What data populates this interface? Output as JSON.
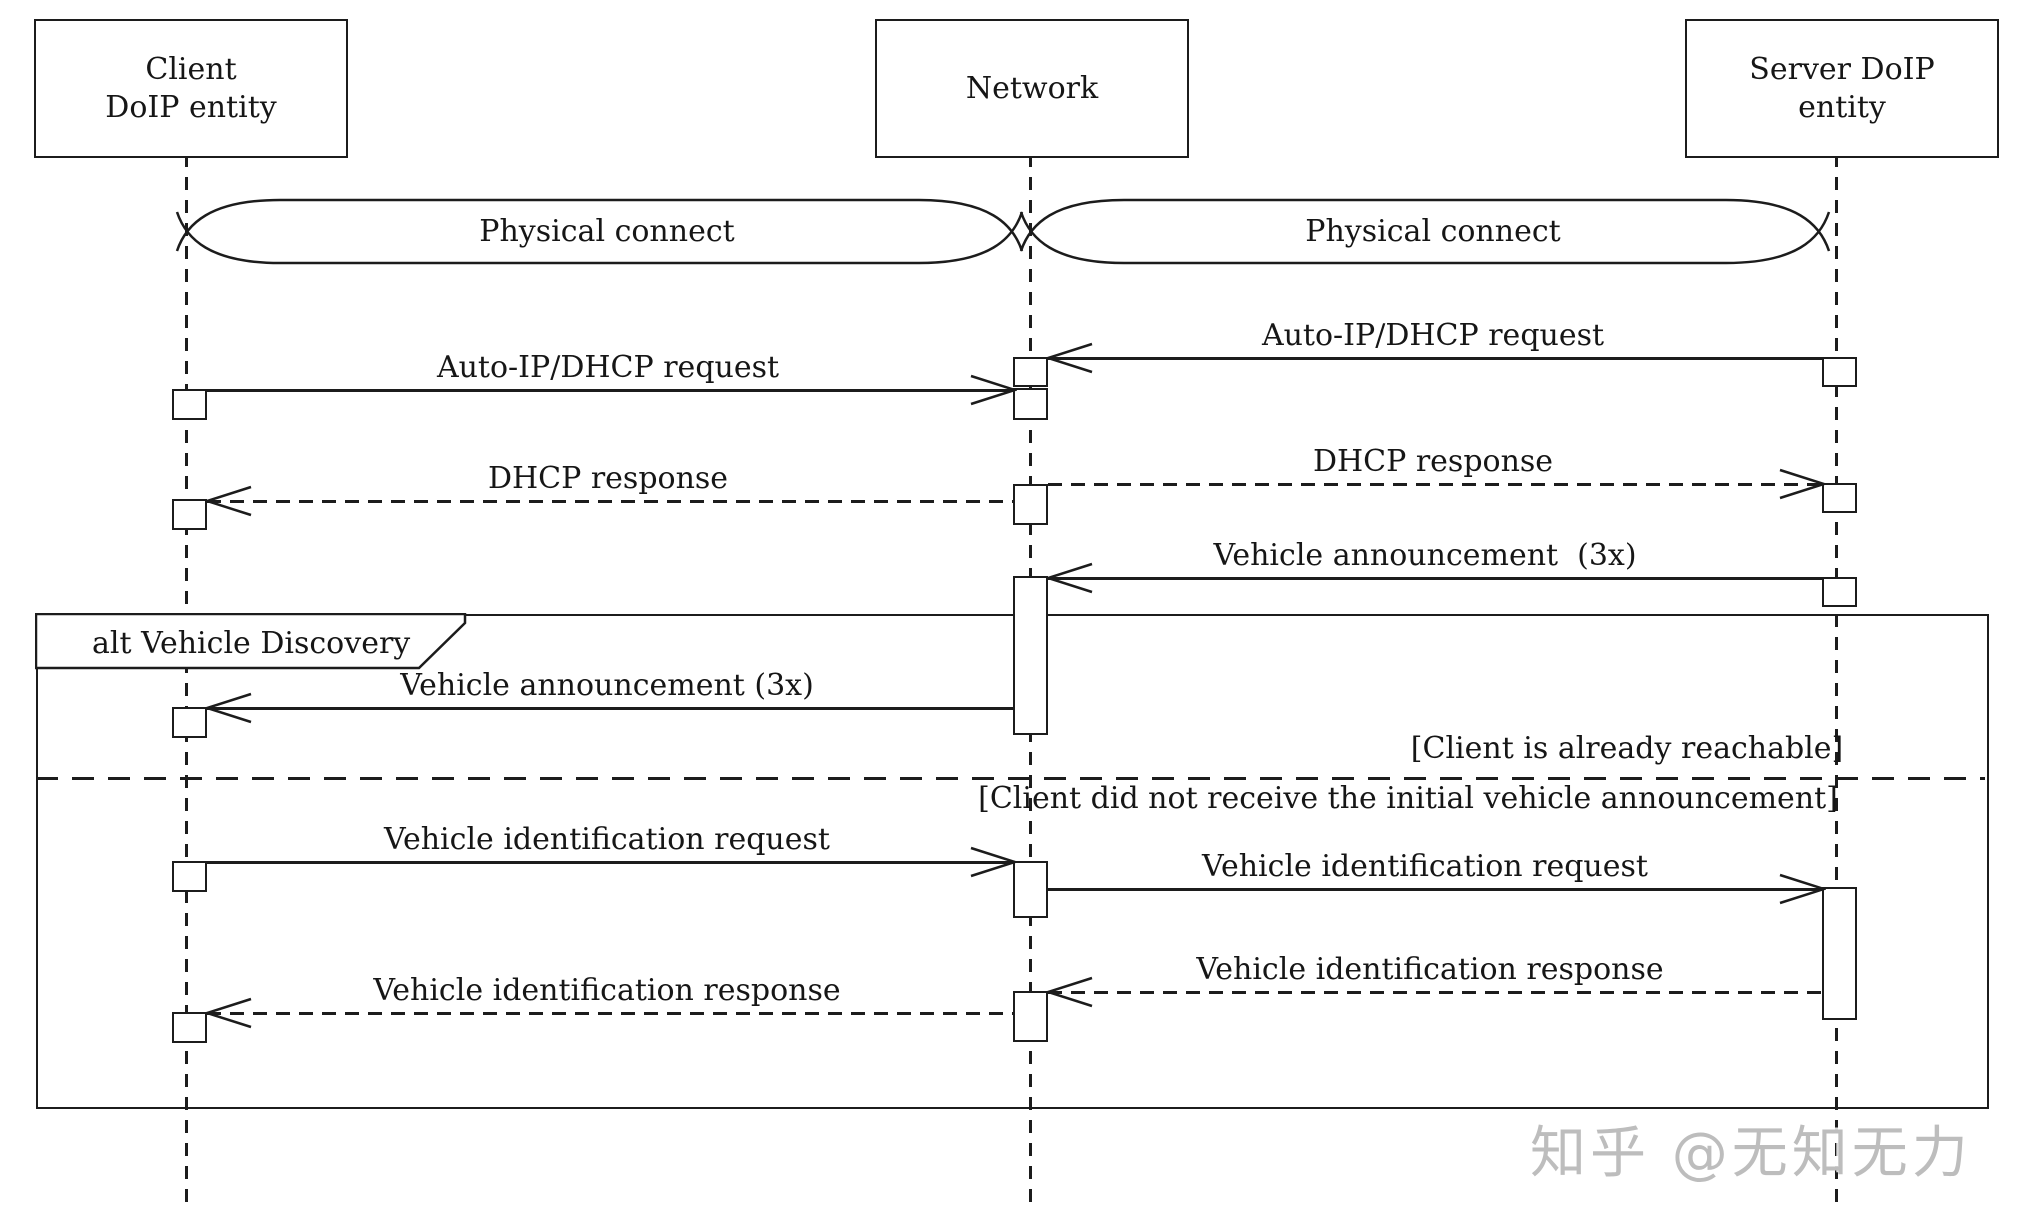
{
  "participants": {
    "client": {
      "line1": "Client",
      "line2": "DoIP entity"
    },
    "network": {
      "line1": "Network"
    },
    "server": {
      "line1": "Server DoIP",
      "line2": "entity"
    }
  },
  "connectors": {
    "physical_connect_left": "Physical connect",
    "physical_connect_right": "Physical connect"
  },
  "messages": {
    "auto_ip_request_right": "Auto-IP/DHCP request",
    "auto_ip_request_left": "Auto-IP/DHCP request",
    "dhcp_response_right": "DHCP response",
    "dhcp_response_left": "DHCP response",
    "vehicle_announcement_right": "Vehicle announcement  (3x)",
    "vehicle_announcement_left": "Vehicle announcement (3x)",
    "vehicle_id_request_left": "Vehicle identification request",
    "vehicle_id_request_right": "Vehicle identification request",
    "vehicle_id_response_right": "Vehicle identification response",
    "vehicle_id_response_left": "Vehicle identification response"
  },
  "alt_frame": {
    "operator_label": "alt Vehicle Discovery",
    "guard_top": "[Client is already reachable]",
    "guard_bottom": "[Client did not receive the initial vehicle announcement]"
  },
  "watermark": "知乎 @无知无力",
  "colors": {
    "line": "#1c1c1c",
    "watermark": "#bdbdbd",
    "background": "#ffffff"
  }
}
